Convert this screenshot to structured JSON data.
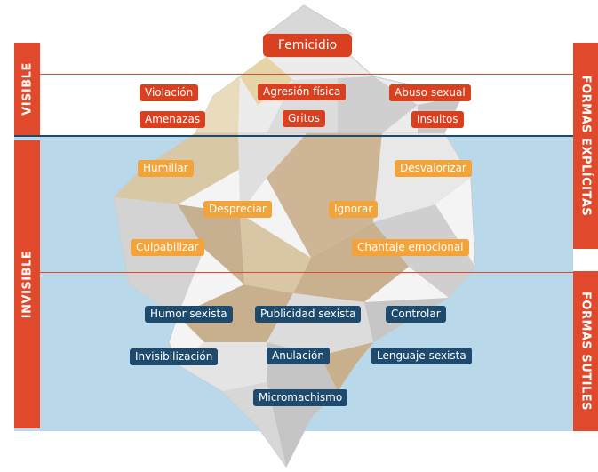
{
  "title": "Femicidio",
  "side_labels": {
    "visible": "VISIBLE",
    "invisible": "INVISIBLE",
    "formas_explicitas": "FORMAS EXPLÍCITAS",
    "formas_sutiles": "FORMAS SUTILES"
  },
  "visible_tags": [
    "Violación",
    "Agresión física",
    "Abuso sexual",
    "Amenazas",
    "Gritos",
    "Insultos"
  ],
  "invisible_tags": [
    "Humillar",
    "Desvalorizar",
    "Despreciar",
    "Ignorar",
    "Culpabilizar",
    "Chantaje emocional"
  ],
  "subtle_tags": [
    "Humor sexista",
    "Publicidad sexista",
    "Controlar",
    "Invisibilización",
    "Anulación",
    "Lenguaje sexista",
    "Micromachismo"
  ],
  "colors": {
    "red": "#d8401f",
    "orange": "#f2a33a",
    "navy": "#1e4a6e",
    "water": "#b9d9ea"
  }
}
